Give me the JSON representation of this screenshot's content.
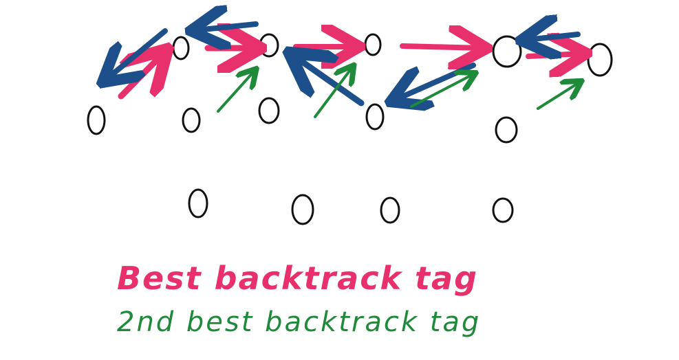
{
  "colors": {
    "background": "#ffffff",
    "node_stroke": "#111111",
    "best_tag": "#e8306d",
    "backtrack": "#1d4f8a",
    "second_best_tag": "#1e8a3a"
  },
  "captions": {
    "best": "Best backtrack tag",
    "second": "2nd best backtrack tag"
  },
  "arrow_groups": {
    "best": "pink",
    "backtrack": "blue",
    "second_best": "green"
  }
}
